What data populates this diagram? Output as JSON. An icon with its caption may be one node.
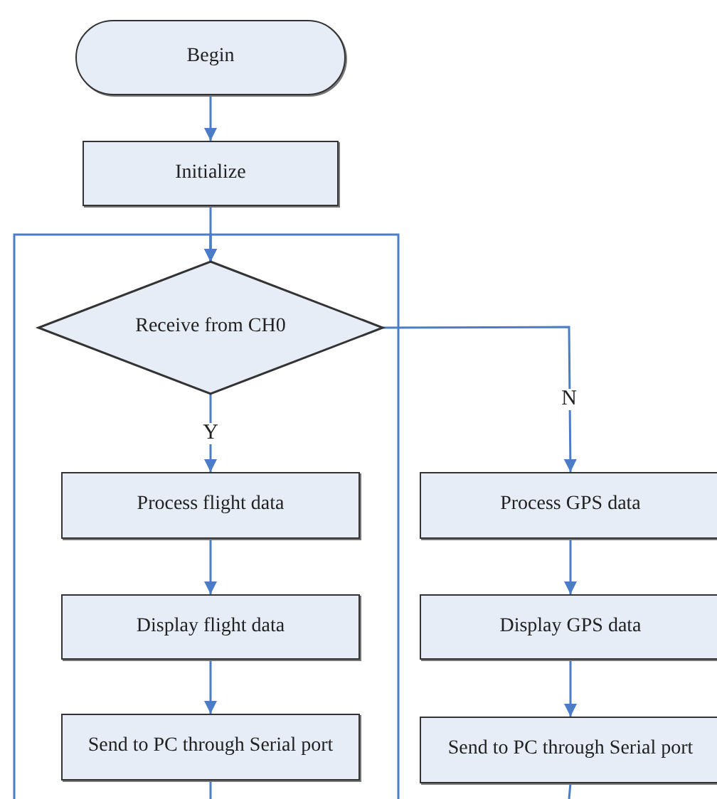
{
  "diagram": {
    "nodes": [
      {
        "text": [
          "Begin"
        ]
      },
      {
        "text": [
          "Initialize"
        ]
      },
      {
        "text": [
          "Receive from CH0"
        ]
      },
      {
        "text": [
          "Process flight data"
        ]
      },
      {
        "text": [
          "Display flight data"
        ]
      },
      {
        "text": [
          "Send to PC through Serial port"
        ]
      },
      {
        "text": [
          "Process GPS data"
        ]
      },
      {
        "text": [
          "Display GPS data"
        ]
      },
      {
        "text": [
          "Send to PC through Serial port"
        ]
      }
    ],
    "edges": [
      {
        "from": 0,
        "to": 1,
        "arrow": "to"
      },
      {
        "from": 1,
        "to": 2,
        "arrow": "to"
      },
      {
        "from": 2,
        "to": 3,
        "arrow": "to",
        "label": "Y"
      },
      {
        "from": 3,
        "to": 4,
        "arrow": "to"
      },
      {
        "from": 4,
        "to": 5,
        "arrow": "to"
      },
      {
        "from": 2,
        "to": 6,
        "arrow": "to",
        "label": "N"
      },
      {
        "from": 6,
        "to": 7,
        "arrow": "to"
      },
      {
        "from": 7,
        "to": 8,
        "arrow": "to"
      },
      {
        "from": 5,
        "to": null,
        "arrow": "none"
      },
      {
        "from": 8,
        "to": null,
        "arrow": "none"
      },
      {
        "from": null,
        "to": 2,
        "arrow": "to"
      },
      {
        "from": null,
        "to": 2,
        "arrow": "to"
      }
    ]
  }
}
